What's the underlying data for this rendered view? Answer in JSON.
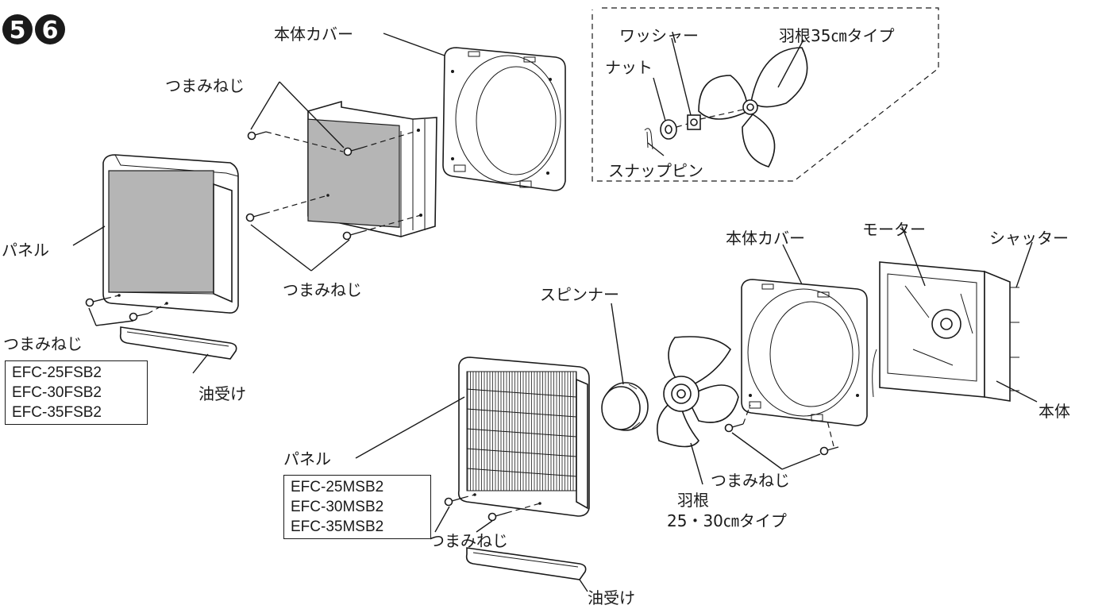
{
  "badges": [
    "5",
    "6"
  ],
  "labels": {
    "top_body_cover": "本体カバー",
    "knob_screw_top": "つまみねじ",
    "knob_screw_mid": "つまみねじ",
    "knob_screw_left": "つまみねじ",
    "panel_left": "パネル",
    "oil_tray_left": "油受け",
    "washer": "ワッシャー",
    "nut": "ナット",
    "blade_35": "羽根35㎝タイプ",
    "snap_pin": "スナップピン",
    "motor": "モーター",
    "body_cover_right": "本体カバー",
    "shutter": "シャッター",
    "spinner": "スピンナー",
    "body": "本体",
    "knob_screw_right": "つまみねじ",
    "blade_word": "羽根",
    "blade_25_30": "25・30㎝タイプ",
    "panel_bottom": "パネル",
    "knob_screw_bottom": "つまみねじ",
    "oil_tray_bottom": "油受け"
  },
  "models_fsb": [
    "EFC-25FSB2",
    "EFC-30FSB2",
    "EFC-35FSB2"
  ],
  "models_msb": [
    "EFC-25MSB2",
    "EFC-30MSB2",
    "EFC-35MSB2"
  ]
}
